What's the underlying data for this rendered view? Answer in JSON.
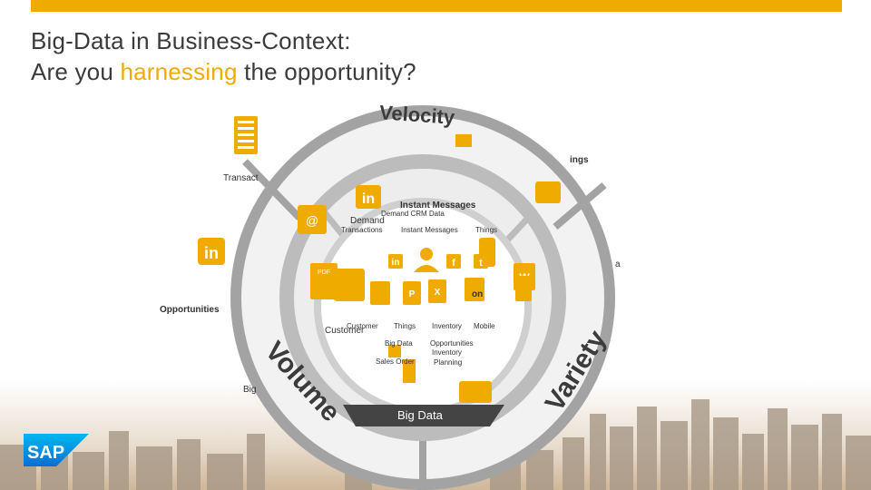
{
  "title": {
    "line1": "Big-Data in Business-Context:",
    "line2_prefix": "Are you ",
    "line2_highlight": "harnessing",
    "line2_suffix": " the opportunity?"
  },
  "ring": {
    "velocity": "Velocity",
    "volume": "Volume",
    "variety": "Variety",
    "center_label": "Big Data"
  },
  "outer_labels": {
    "transact": "Transact",
    "things": "ings",
    "opportunities": "Opportunities",
    "big": "Big",
    "data_right": "a"
  },
  "inner_labels": {
    "instant_messages_bold": "Instant Messages",
    "demand_crm": "Demand   CRM Data",
    "demand": "Demand",
    "transactions": "Transactions",
    "instant_messages": "Instant Messages",
    "things": "Things",
    "customer_a": "Customer",
    "customer_b": "Customer",
    "things_2": "Things",
    "inventory": "Inventory",
    "mobile": "Mobile",
    "big_data": "Big Data",
    "opportunities": "Opportunities",
    "inventory_2": "Inventory",
    "planning": "Planning",
    "sales_order": "Sales Order",
    "on": "on"
  },
  "logo": {
    "text": "SAP"
  },
  "colors": {
    "accent": "#f0ab00",
    "ring_outer": "#9e9e9e",
    "ring_inner": "#bdbdbd",
    "title": "#3b3b3b",
    "sap_blue": "#0a6ed1"
  }
}
